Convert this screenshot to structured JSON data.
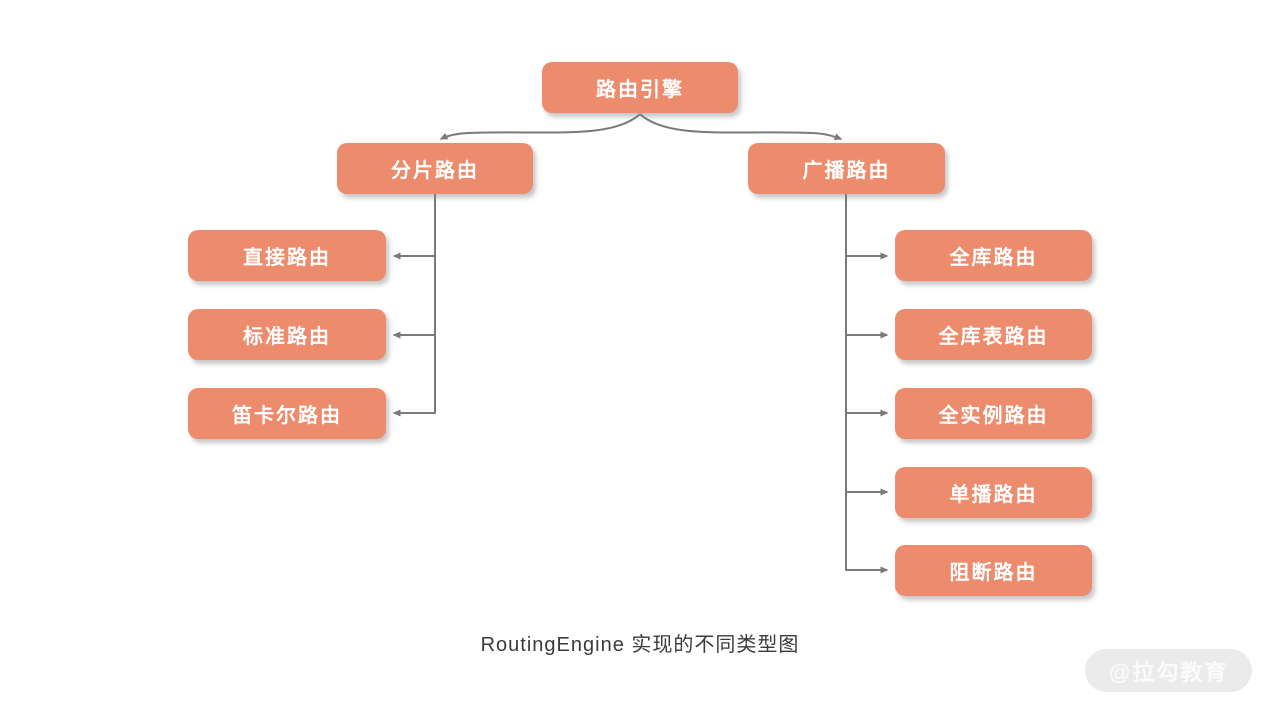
{
  "diagram": {
    "root": {
      "label": "路由引擎"
    },
    "branches": [
      {
        "label": "分片路由",
        "children": [
          "直接路由",
          "标准路由",
          "笛卡尔路由"
        ]
      },
      {
        "label": "广播路由",
        "children": [
          "全库路由",
          "全库表路由",
          "全实例路由",
          "单播路由",
          "阻断路由"
        ]
      }
    ],
    "caption": "RoutingEngine 实现的不同类型图",
    "watermark": "@拉勾教育",
    "colors": {
      "node_fill": "#ed8b6d",
      "node_text": "#ffffff",
      "connector": "#7a7a7a",
      "caption_text": "#3b3b3b",
      "watermark_bg": "#ebebeb",
      "watermark_text": "#fbfbfb"
    }
  }
}
